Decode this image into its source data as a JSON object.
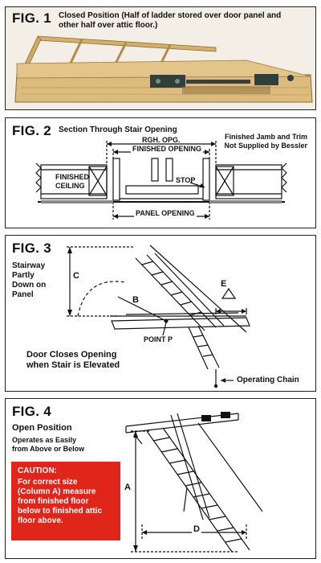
{
  "fig1": {
    "label": "FIG. 1",
    "caption_line1": "Closed Position (Half of ladder stored over door panel and",
    "caption_line2": "other half over attic floor.)"
  },
  "fig2": {
    "label": "FIG. 2",
    "title": "Section Through Stair Opening",
    "note_line1": "Finished Jamb and Trim",
    "note_line2": "Not Supplied by Bessler",
    "rgh_opg": "RGH. OPG.",
    "finished_opening": "FINISHED OPENING",
    "finished": "FINISHED",
    "ceiling": "CEILING",
    "stop": "STOP",
    "panel_opening": "PANEL OPENING"
  },
  "fig3": {
    "label": "FIG. 3",
    "desc_line1": "Stairway",
    "desc_line2": "Partly",
    "desc_line3": "Down on",
    "desc_line4": "Panel",
    "c": "C",
    "b": "B",
    "e": "E",
    "point_p": "POINT P",
    "door_line1": "Door Closes Opening",
    "door_line2": "when Stair is Elevated",
    "operating_chain": "Operating Chain"
  },
  "fig4": {
    "label": "FIG. 4",
    "title": "Open Position",
    "sub_line1": "Operates as Easily",
    "sub_line2": "from Above or Below",
    "caution_head": "CAUTION:",
    "caution_l1": "For correct size",
    "caution_l2": "(Column A) measure",
    "caution_l3": "from finished floor",
    "caution_l4": "below to finished attic",
    "caution_l5": "floor above.",
    "a": "A",
    "d": "D"
  },
  "colors": {
    "caution_bg": "#e0261b",
    "wood": "#d9b778",
    "hardware": "#2e3f3c"
  }
}
